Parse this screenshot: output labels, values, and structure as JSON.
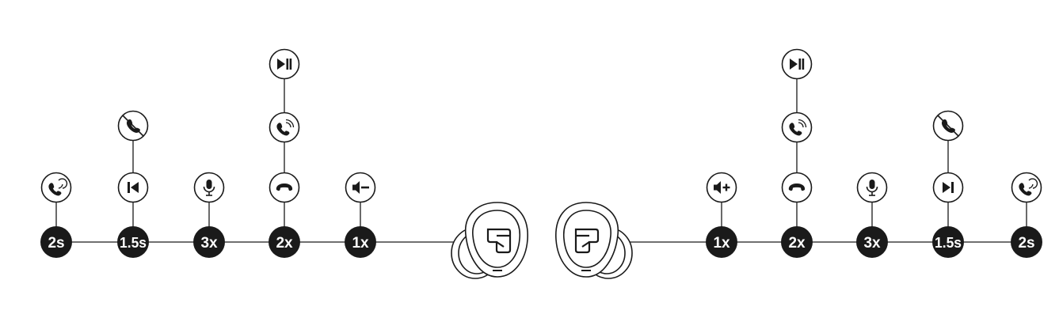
{
  "left": {
    "badges": [
      "2s",
      "1.5s",
      "3x",
      "2x",
      "1x"
    ],
    "icons": [
      {
        "icon": "phone-switch-icon"
      },
      {
        "icon": "previous-track-icon"
      },
      {
        "icon": "decline-call-icon"
      },
      {
        "icon": "microphone-icon"
      },
      {
        "icon": "hang-up-icon"
      },
      {
        "icon": "answer-call-icon"
      },
      {
        "icon": "play-pause-icon"
      },
      {
        "icon": "volume-down-icon"
      }
    ]
  },
  "right": {
    "badges": [
      "1x",
      "2x",
      "3x",
      "1.5s",
      "2s"
    ],
    "icons": [
      {
        "icon": "volume-up-icon"
      },
      {
        "icon": "hang-up-icon"
      },
      {
        "icon": "answer-call-icon"
      },
      {
        "icon": "play-pause-icon"
      },
      {
        "icon": "microphone-icon"
      },
      {
        "icon": "next-track-icon"
      },
      {
        "icon": "decline-call-icon"
      },
      {
        "icon": "phone-switch-icon"
      }
    ]
  },
  "colors": {
    "ink": "#1a1a1a",
    "badge": "#1a1a1a",
    "badge_text": "#ffffff",
    "background": "#ffffff"
  }
}
